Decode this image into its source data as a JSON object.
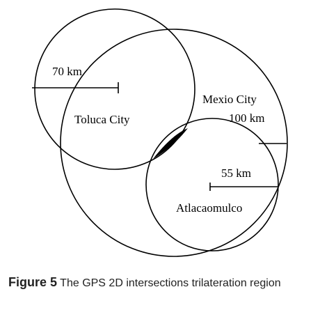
{
  "diagram": {
    "circles": [
      {
        "id": "toluca",
        "name": "Toluca City",
        "radius_label": "70  km"
      },
      {
        "id": "mexico",
        "name": "Mexio City",
        "radius_label": "100  km"
      },
      {
        "id": "atlacomulco",
        "name": "Atlacaomulco",
        "radius_label": "55  km"
      }
    ],
    "intersection_color": "#000000"
  },
  "caption": {
    "figure_label": "Figure  5",
    "text": " The GPS 2D intersections trilateration region"
  }
}
